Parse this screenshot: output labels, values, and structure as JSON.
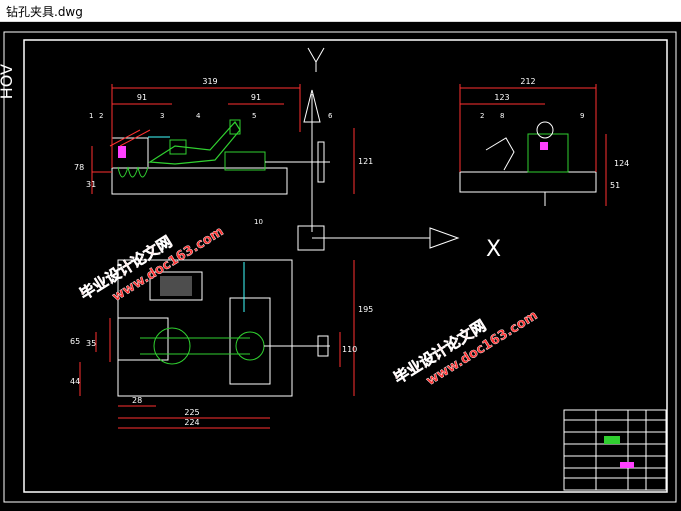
{
  "window": {
    "title": "钻孔夹具.dwg"
  },
  "side_stamp": {
    "text": "AOH"
  },
  "axes": {
    "y_label": "Y",
    "x_label": "X"
  },
  "dimensions": {
    "top_overall": "319",
    "left_a": "91",
    "right_a": "91",
    "height_78": "78",
    "height_31": "31",
    "height_121": "121",
    "side_overall": "212",
    "side_123": "123",
    "side_124": "124",
    "side_51": "51",
    "plan_195": "195",
    "plan_65": "65",
    "plan_35": "35",
    "plan_44": "44",
    "plan_110": "110",
    "plan_28": "28",
    "plan_225": "225",
    "plan_224": "224"
  },
  "balloons": {
    "b1": "1",
    "b2": "2",
    "b3": "3",
    "b4": "4",
    "b5": "5",
    "b6": "6",
    "s2": "2",
    "s8": "8",
    "s9": "9",
    "p10": "10"
  },
  "watermarks": {
    "w1_cn": "毕业设计论文网",
    "w1_url": "www.doc163.com",
    "w2_cn": "毕业设计论文网",
    "w2_url": "www.doc163.com"
  },
  "colors": {
    "dim": "#ff3030",
    "outline": "#ffffff",
    "part": "#30d030",
    "accent": "#ff40ff",
    "yellow": "#ffff40",
    "cyan": "#40ffff"
  }
}
